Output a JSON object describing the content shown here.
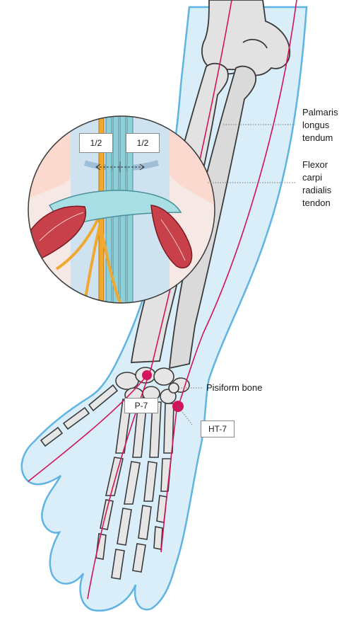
{
  "labels": {
    "palmaris": [
      "Palmaris",
      "longus",
      "tendum"
    ],
    "flexor": [
      "Flexor",
      "carpi",
      "radialis",
      "tendon"
    ],
    "pisiform": "Pisiform bone",
    "p7": "P-7",
    "ht7": "HT-7",
    "half_left": "1/2",
    "half_right": "1/2"
  },
  "colors": {
    "skin": "#d9eef8",
    "skin_outline": "#5fb4e4",
    "bone": "#e2e2e2",
    "bone_outline": "#3a3a3a",
    "meridian": "#d4145a",
    "point": "#d4145a",
    "muscle": "#c8404a",
    "tendon": "#8fd0d8",
    "nerve": "#f0a830",
    "leader": "#777777"
  }
}
